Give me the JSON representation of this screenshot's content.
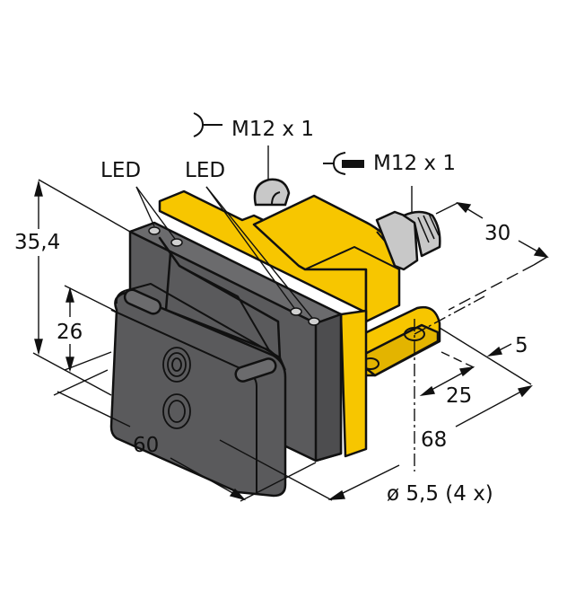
{
  "diagram": {
    "type": "dimensional drawing",
    "subject": "dual inductive sensor with yellow housing and two M12 connectors",
    "colors": {
      "housing_yellow": "#f7c600",
      "body_gray": "#5a5a5c",
      "body_gray_light": "#6b6b6d",
      "connector_gray": "#c8c8c8",
      "line": "#111111"
    },
    "labels": {
      "led_left": "LED",
      "led_right": "LED",
      "connector_female": "M12 x 1",
      "connector_male": "M12 x 1",
      "dim_height_total": "35,4",
      "dim_height_lower": "26",
      "dim_width": "60",
      "dim_connector_depth": "30",
      "dim_flange_thickness": "5",
      "dim_hole_spacing": "25",
      "dim_length": "68",
      "dim_hole_diameter": "ø 5,5 (4 x)"
    }
  }
}
